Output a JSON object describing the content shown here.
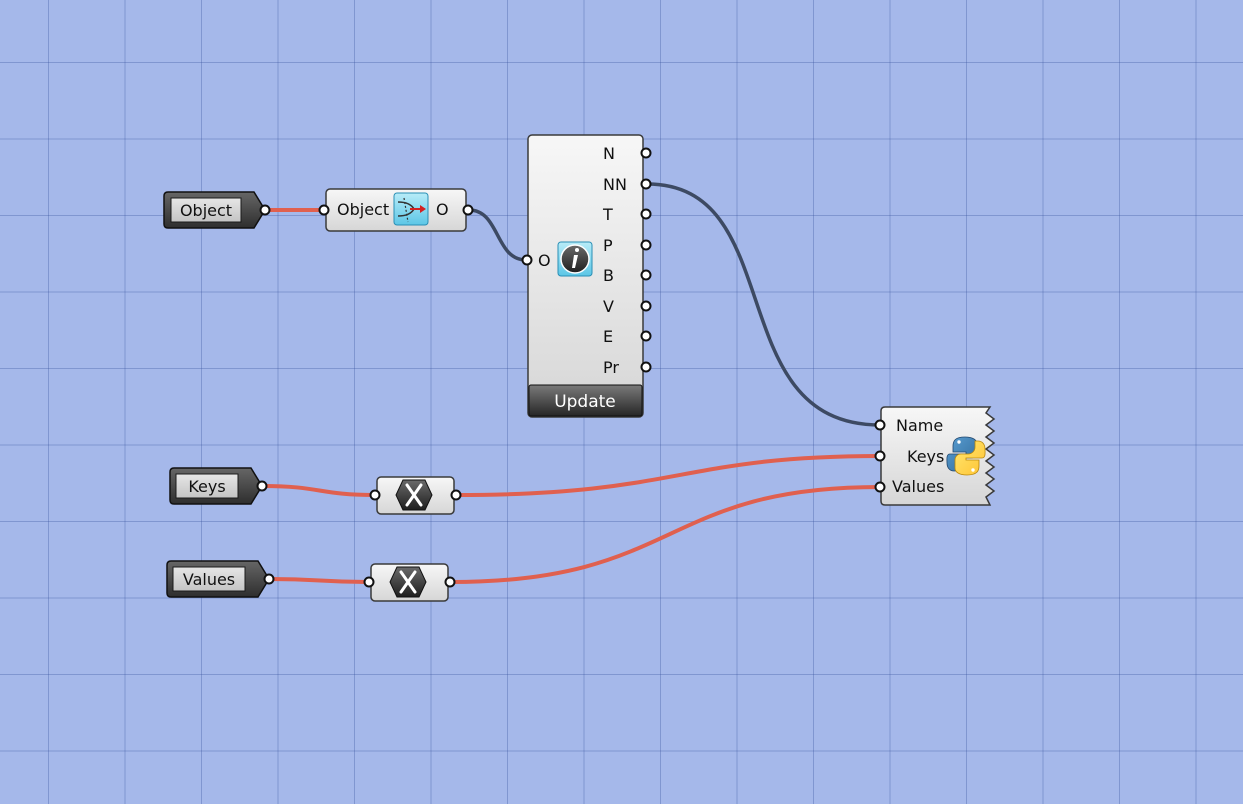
{
  "canvas": {
    "background": "#a5b8ea",
    "wire_colors": {
      "text_wire": "#e0604f",
      "generic_wire": "#3d4a63"
    }
  },
  "panels": [
    {
      "label": "Object"
    },
    {
      "label": "Keys"
    },
    {
      "label": "Values"
    }
  ],
  "object_param": {
    "input_label": "Object",
    "output_label": "O",
    "icon": "object-pick-icon"
  },
  "info_component": {
    "input_label": "O",
    "icon": "info-icon",
    "outputs": [
      "N",
      "NN",
      "T",
      "P",
      "B",
      "V",
      "E",
      "Pr"
    ],
    "button_label": "Update"
  },
  "expression_nodes": [
    {
      "icon": "x-variable-icon"
    },
    {
      "icon": "x-variable-icon"
    }
  ],
  "python_component": {
    "inputs": [
      "Name",
      "Keys",
      "Values"
    ],
    "icon": "python-logo-icon"
  }
}
